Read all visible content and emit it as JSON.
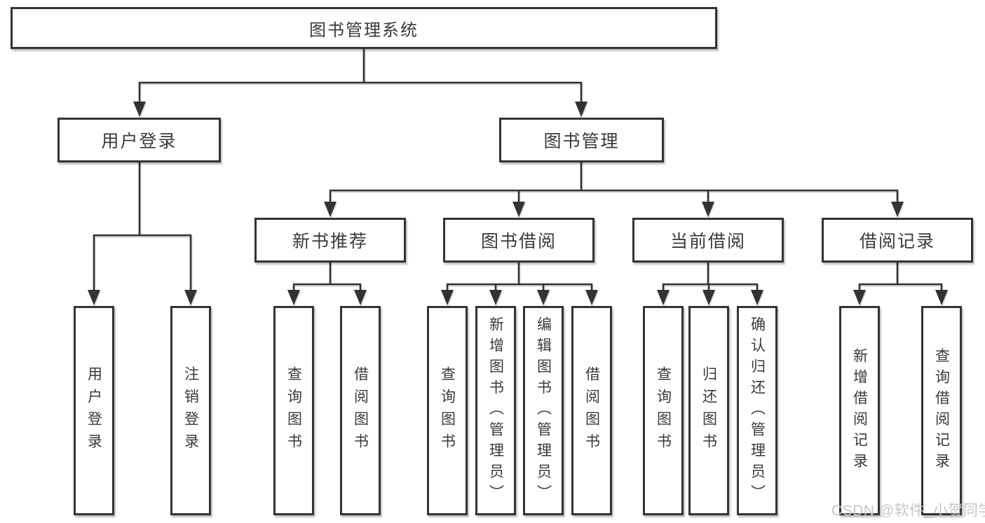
{
  "colors": {
    "background": "#ffffff",
    "line": "#333333",
    "box_fill": "#ffffff",
    "text": "#3a3a3a",
    "watermark": "#c3c6cb"
  },
  "watermark": {
    "text": "CSDN @软件_小贺同学"
  },
  "tree": {
    "root": {
      "label": "图书管理系统"
    },
    "branches": {
      "user_login": {
        "label": "用户登录",
        "children": [
          {
            "label": "用户登录"
          },
          {
            "label": "注销登录"
          }
        ]
      },
      "book_mgmt": {
        "label": "图书管理",
        "children": {
          "new_book_rec": {
            "label": "新书推荐",
            "children": [
              {
                "label": "查询图书"
              },
              {
                "label": "借阅图书"
              }
            ]
          },
          "book_borrow": {
            "label": "图书借阅",
            "children": [
              {
                "label": "查询图书"
              },
              {
                "label": "新增图书（管理员）"
              },
              {
                "label": "编辑图书（管理员）"
              },
              {
                "label": "借阅图书"
              }
            ]
          },
          "current_borrow": {
            "label": "当前借阅",
            "children": [
              {
                "label": "查询图书"
              },
              {
                "label": "归还图书"
              },
              {
                "label": "确认归还（管理员）"
              }
            ]
          },
          "borrow_records": {
            "label": "借阅记录",
            "children": [
              {
                "label": "新增借阅记录"
              },
              {
                "label": "查询借阅记录"
              }
            ]
          }
        }
      }
    }
  }
}
